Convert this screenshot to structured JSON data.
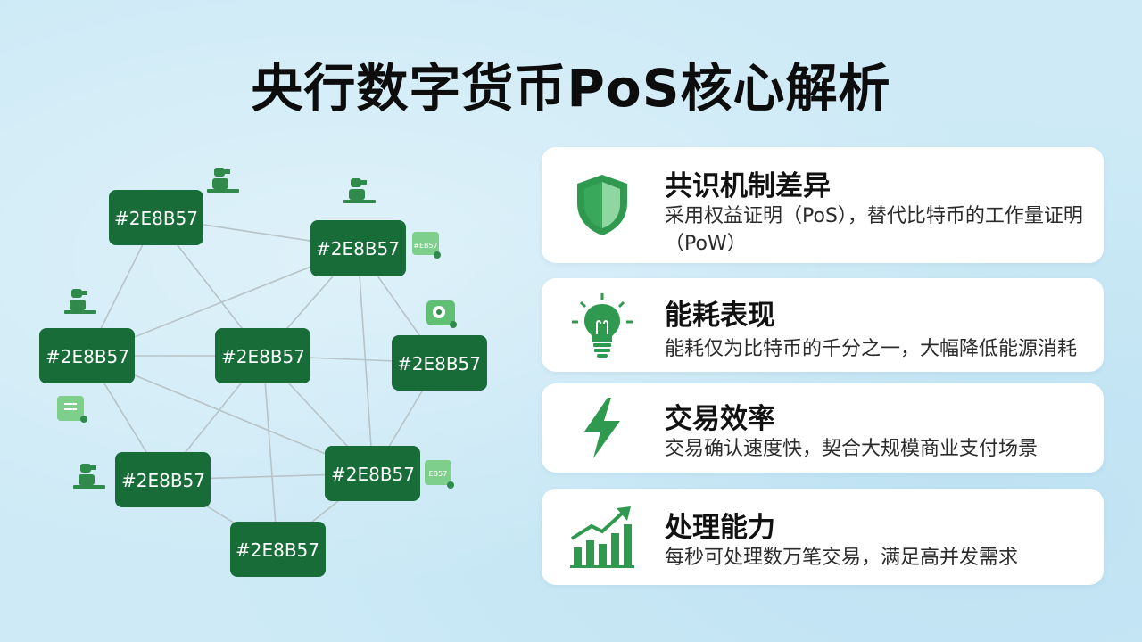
{
  "title": "央行数字货币PoS核心解析",
  "network": {
    "node_label": "#2E8B57",
    "node_color": "#176c38",
    "node_count": 8,
    "badges": [
      "#EB57",
      "EB57"
    ]
  },
  "cards": [
    {
      "icon": "shield-icon",
      "heading": "共识机制差异",
      "desc": "采用权益证明（PoS），替代比特币的工作量证明（PoW）"
    },
    {
      "icon": "lightbulb-icon",
      "heading": "能耗表现",
      "desc": "能耗仅为比特币的千分之一，大幅降低能源消耗"
    },
    {
      "icon": "lightning-icon",
      "heading": "交易效率",
      "desc": "交易确认速度快，契合大规模商业支付场景"
    },
    {
      "icon": "growth-chart-icon",
      "heading": "处理能力",
      "desc": "每秒可处理数万笔交易，满足高并发需求"
    }
  ],
  "colors": {
    "brand_green": "#2E8B57",
    "node_fill": "#176c38",
    "icon_green": "#2f9a4f",
    "background": "#cdeaf6"
  }
}
